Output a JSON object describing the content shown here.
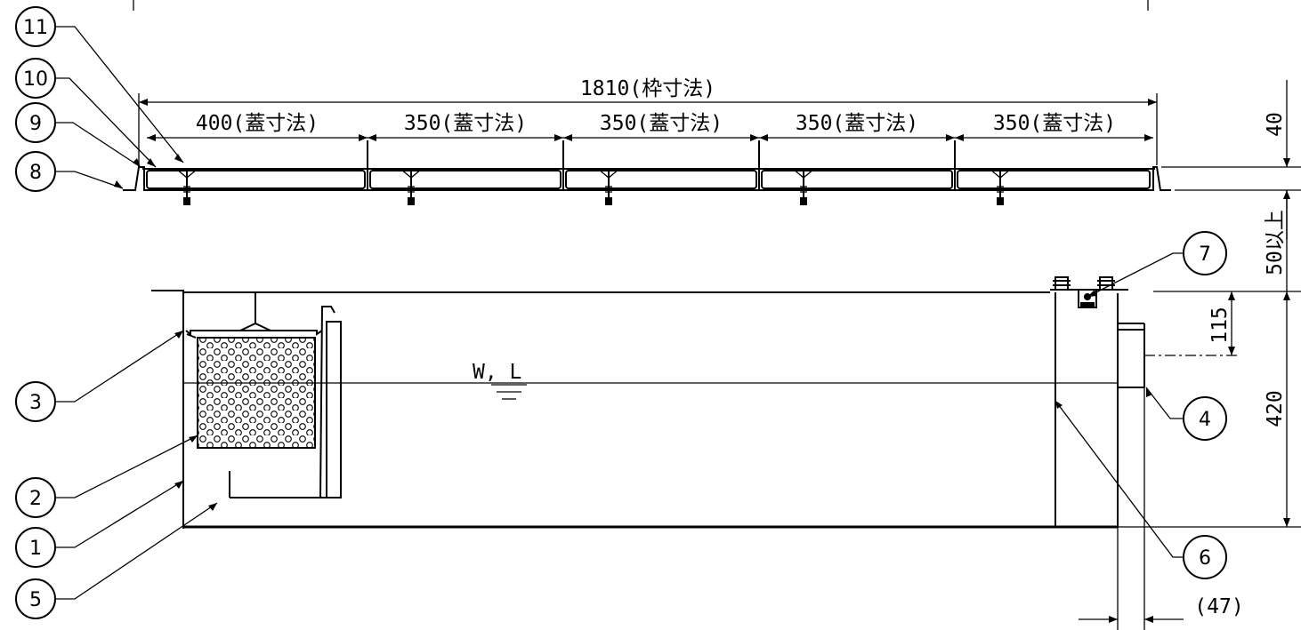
{
  "callouts": {
    "c11": "11",
    "c10": "10",
    "c9": "9",
    "c8": "8",
    "c7": "7",
    "c3": "3",
    "c2": "2",
    "c1": "1",
    "c5": "5",
    "c4": "4",
    "c6": "6"
  },
  "dimensions": {
    "frame": "1810(枠寸法)",
    "cover1": "400(蓋寸法)",
    "cover2": "350(蓋寸法)",
    "cover3": "350(蓋寸法)",
    "cover4": "350(蓋寸法)",
    "cover5": "350(蓋寸法)",
    "d40": "40",
    "d50": "50以上",
    "d115": "115",
    "d420": "420",
    "d47": "(47)"
  },
  "water_level": "W, L"
}
